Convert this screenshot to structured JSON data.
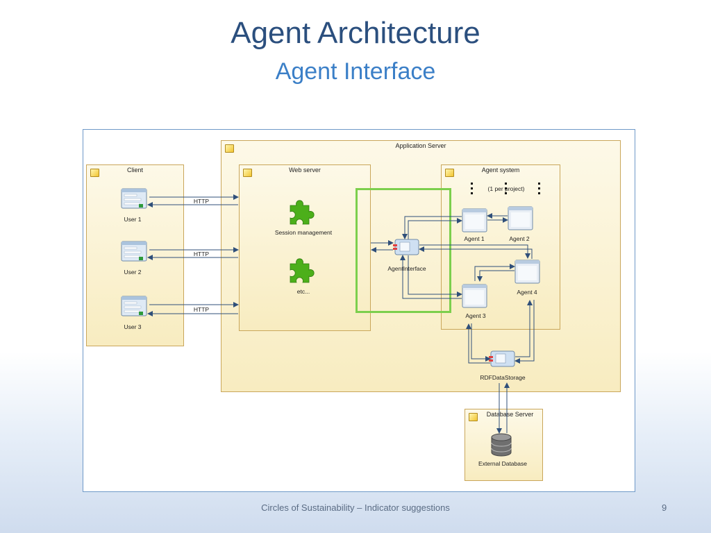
{
  "slide": {
    "title": "Agent Architecture",
    "subtitle": "Agent Interface",
    "footer": "Circles of Sustainability – Indicator suggestions",
    "page_number": "9"
  },
  "diagram": {
    "packages": {
      "client": "Client",
      "application_server": "Application Server",
      "web_server": "Web server",
      "agent_system": "Agent system",
      "database_server": "Database Server"
    },
    "agent_system_note": "(1 per project)",
    "users": [
      "User 1",
      "User 2",
      "User 3"
    ],
    "protocol_label": "HTTP",
    "web_components": [
      "Session management",
      "etc..."
    ],
    "agent_interface": "AgentInterface",
    "agents": [
      "Agent 1",
      "Agent 2",
      "Agent 3",
      "Agent 4"
    ],
    "rdf_storage": "RDFDataStorage",
    "external_database": "External Database",
    "colors": {
      "title": "#2b4f7e",
      "subtitle": "#3b7fc7",
      "highlight_box": "#7ccf4d",
      "package_border": "#c9a65a",
      "arrow": "#2f4f7a",
      "puzzle": "#4caf1a"
    },
    "icons": [
      "package-icon",
      "browser-window-icon",
      "puzzle-piece-icon",
      "component-icon",
      "database-icon"
    ]
  }
}
